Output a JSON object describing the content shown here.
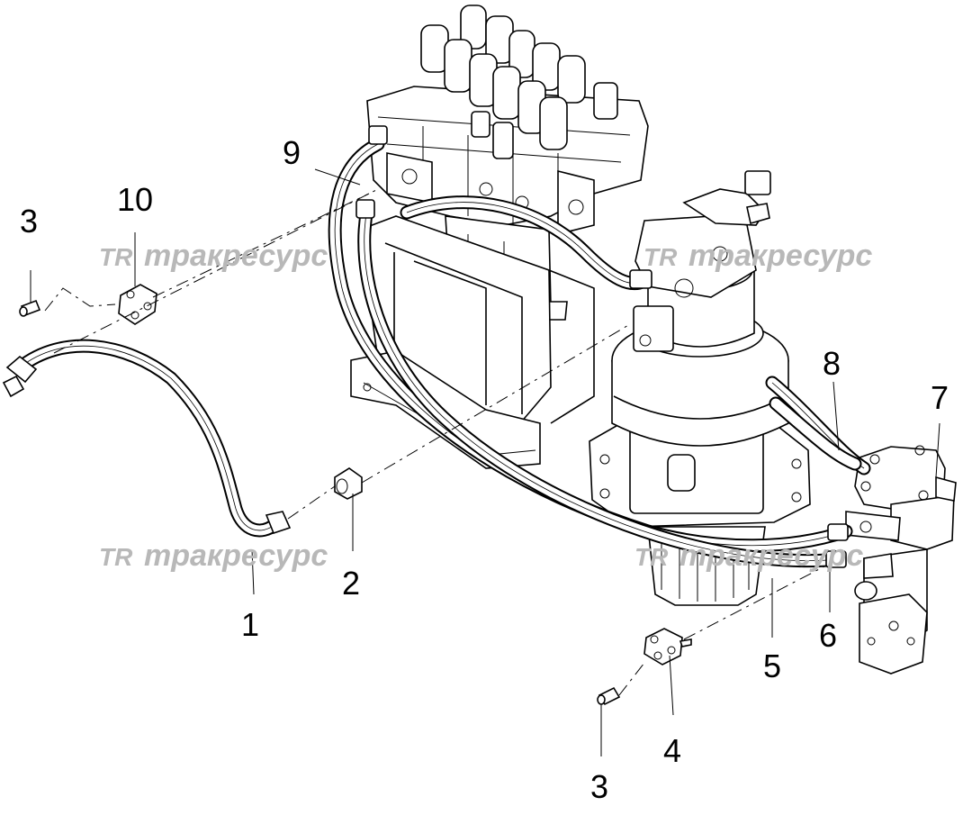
{
  "diagram": {
    "callouts": [
      {
        "id": "c1",
        "label": "1"
      },
      {
        "id": "c2",
        "label": "2"
      },
      {
        "id": "c3a",
        "label": "3"
      },
      {
        "id": "c3b",
        "label": "3"
      },
      {
        "id": "c4",
        "label": "4"
      },
      {
        "id": "c5",
        "label": "5"
      },
      {
        "id": "c6",
        "label": "6"
      },
      {
        "id": "c7",
        "label": "7"
      },
      {
        "id": "c8",
        "label": "8"
      },
      {
        "id": "c9",
        "label": "9"
      },
      {
        "id": "c10",
        "label": "10"
      }
    ],
    "watermark": {
      "logo": "TR",
      "text": "тракресурс"
    }
  }
}
